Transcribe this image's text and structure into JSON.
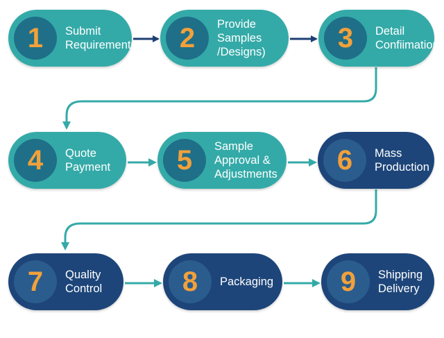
{
  "colors": {
    "teal": "#34aaa8",
    "navy": "#1d4579",
    "number": "#f2a13a",
    "arrow_dark": "#1d3f73",
    "arrow_teal": "#34aaa8"
  },
  "steps": [
    {
      "number": "1",
      "label": "Submit\nRequirements",
      "theme": "teal"
    },
    {
      "number": "2",
      "label": "Provide Samples\n/Designs)",
      "theme": "teal"
    },
    {
      "number": "3",
      "label": "Detail\nConfiimation",
      "theme": "teal"
    },
    {
      "number": "4",
      "label": "Quote\nPayment",
      "theme": "teal"
    },
    {
      "number": "5",
      "label": "Sample\nApproval &\nAdjustments",
      "theme": "teal"
    },
    {
      "number": "6",
      "label": "Mass\nProduction",
      "theme": "navy"
    },
    {
      "number": "7",
      "label": "Quality\nControl",
      "theme": "navy"
    },
    {
      "number": "8",
      "label": "Packaging",
      "theme": "navy"
    },
    {
      "number": "9",
      "label": "Shipping\nDelivery",
      "theme": "navy"
    }
  ]
}
